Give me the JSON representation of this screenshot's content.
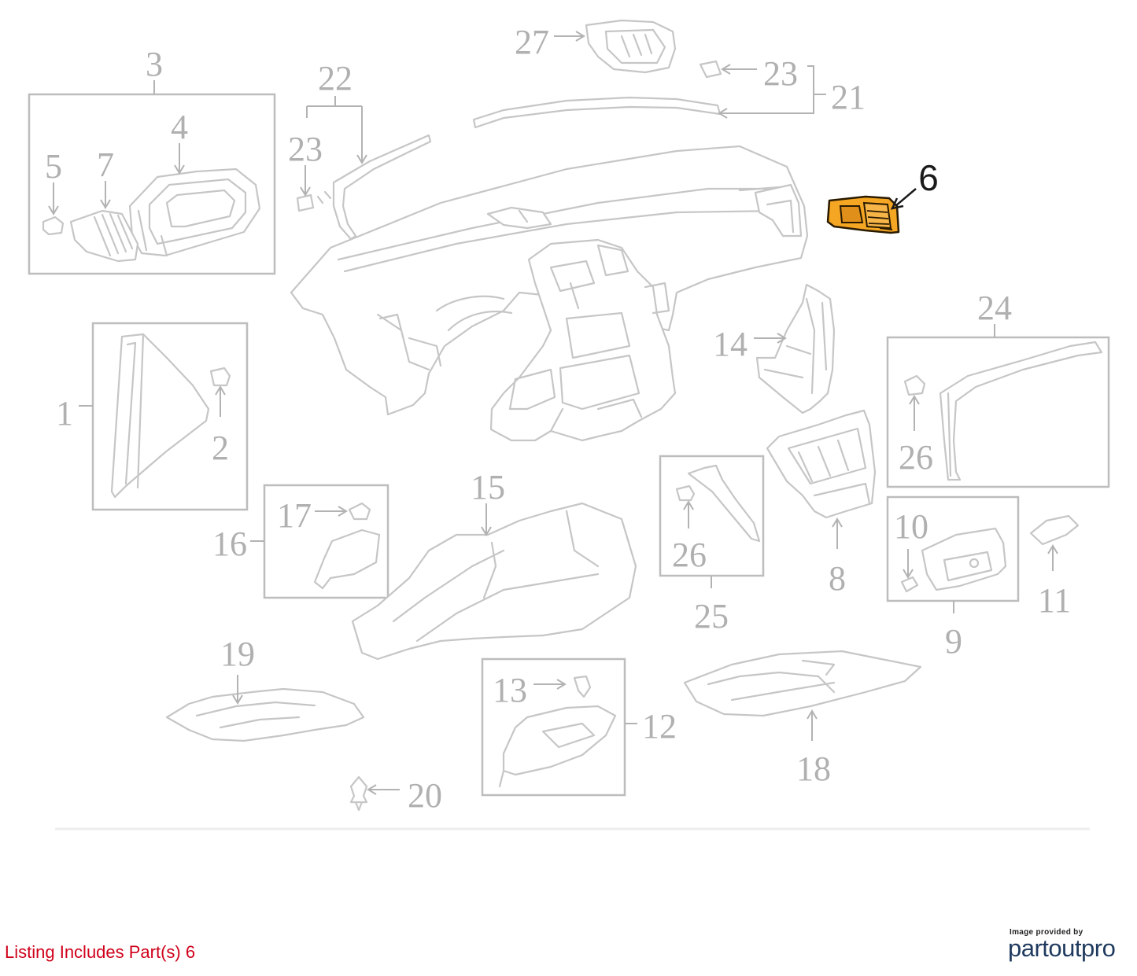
{
  "colors": {
    "highlight_fill": "#f5a623",
    "highlight_stroke": "#2a1a00",
    "line_gray": "#c6c6c6",
    "label_gray": "#b0b0b0",
    "listing_red": "#d0021b",
    "brand_navy": "#1f3a5f"
  },
  "callouts": [
    {
      "id": "1",
      "label": "1"
    },
    {
      "id": "2",
      "label": "2"
    },
    {
      "id": "3",
      "label": "3"
    },
    {
      "id": "4",
      "label": "4"
    },
    {
      "id": "5",
      "label": "5"
    },
    {
      "id": "6",
      "label": "6",
      "highlighted": true
    },
    {
      "id": "7",
      "label": "7"
    },
    {
      "id": "8",
      "label": "8"
    },
    {
      "id": "9",
      "label": "9"
    },
    {
      "id": "10",
      "label": "10"
    },
    {
      "id": "11",
      "label": "11"
    },
    {
      "id": "12",
      "label": "12"
    },
    {
      "id": "13",
      "label": "13"
    },
    {
      "id": "14",
      "label": "14"
    },
    {
      "id": "15",
      "label": "15"
    },
    {
      "id": "16",
      "label": "16"
    },
    {
      "id": "17",
      "label": "17"
    },
    {
      "id": "18",
      "label": "18"
    },
    {
      "id": "19",
      "label": "19"
    },
    {
      "id": "20",
      "label": "20"
    },
    {
      "id": "21",
      "label": "21"
    },
    {
      "id": "22",
      "label": "22"
    },
    {
      "id": "23a",
      "label": "23"
    },
    {
      "id": "23b",
      "label": "23"
    },
    {
      "id": "24",
      "label": "24"
    },
    {
      "id": "25",
      "label": "25"
    },
    {
      "id": "26a",
      "label": "26"
    },
    {
      "id": "26b",
      "label": "26"
    },
    {
      "id": "27",
      "label": "27"
    }
  ],
  "footer": {
    "listing_text": "Listing Includes Part(s) 6",
    "credit_text": "Image provided by",
    "brand_text": "partoutpro"
  }
}
